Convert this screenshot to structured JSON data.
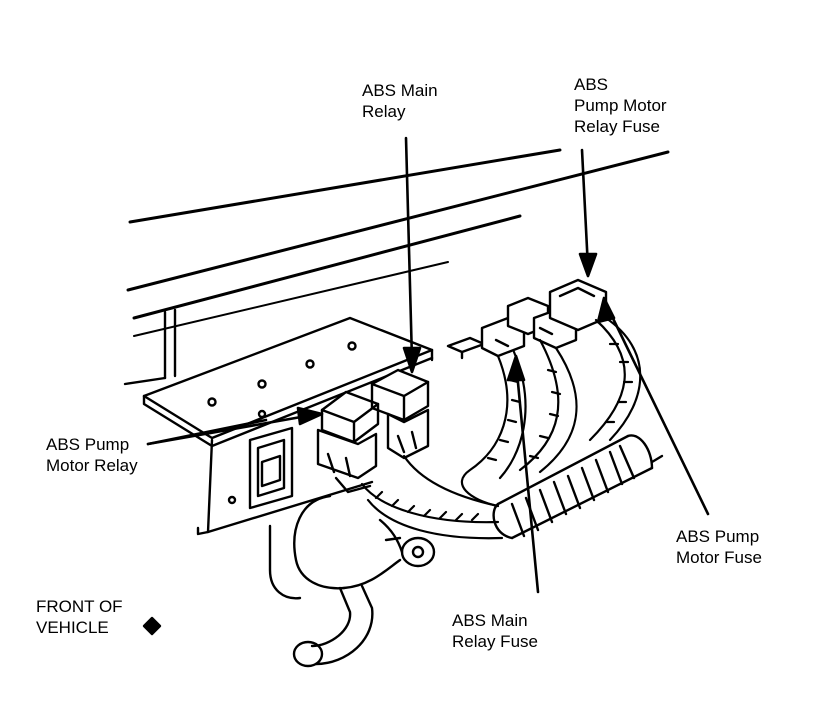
{
  "labels": {
    "abs_main_relay": [
      "ABS Main",
      "Relay"
    ],
    "abs_pump_motor_relay_fuse": [
      "ABS",
      "Pump Motor",
      "Relay Fuse"
    ],
    "abs_pump_motor_relay": [
      "ABS Pump",
      "Motor Relay"
    ],
    "abs_pump_motor_fuse": [
      "ABS Pump",
      "Motor Fuse"
    ],
    "abs_main_relay_fuse": [
      "ABS Main",
      "Relay Fuse"
    ],
    "front_of_vehicle": [
      "FRONT OF",
      "VEHICLE"
    ]
  },
  "colors": {
    "ink": "#000000",
    "paper": "#ffffff"
  }
}
